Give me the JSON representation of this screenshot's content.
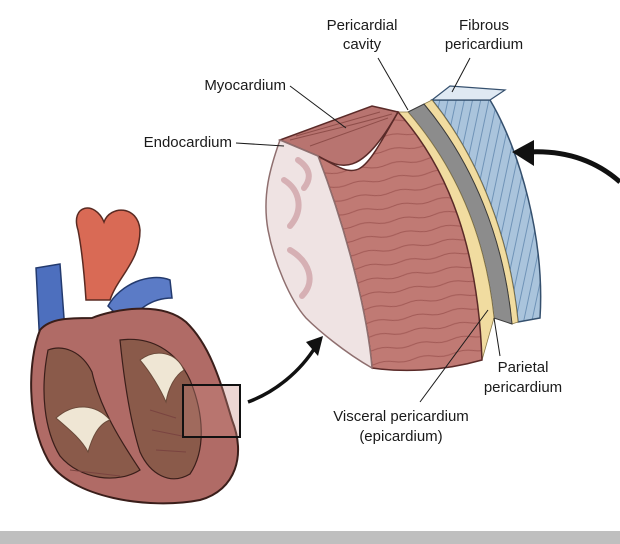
{
  "labels": {
    "pericardial_cavity": [
      "Pericardial",
      "cavity"
    ],
    "fibrous_pericardium": [
      "Fibrous",
      "pericardium"
    ],
    "myocardium": "Myocardium",
    "endocardium": "Endocardium",
    "parietal_pericardium": [
      "Parietal",
      "pericardium"
    ],
    "visceral_pericardium": [
      "Visceral pericardium",
      "(epicardium)"
    ]
  },
  "colors": {
    "muscle": "#c07a74",
    "muscle_dark": "#a25a56",
    "endocardium": "#efe3e3",
    "epicardium": "#f1dca0",
    "serous_gray": "#8c8c8c",
    "fibrous": "#aac4dc",
    "vessel_red": "#d96a55",
    "vessel_blue": "#4d6fbe",
    "chamber": "#8a5a4a",
    "valve": "#efe6d4"
  }
}
